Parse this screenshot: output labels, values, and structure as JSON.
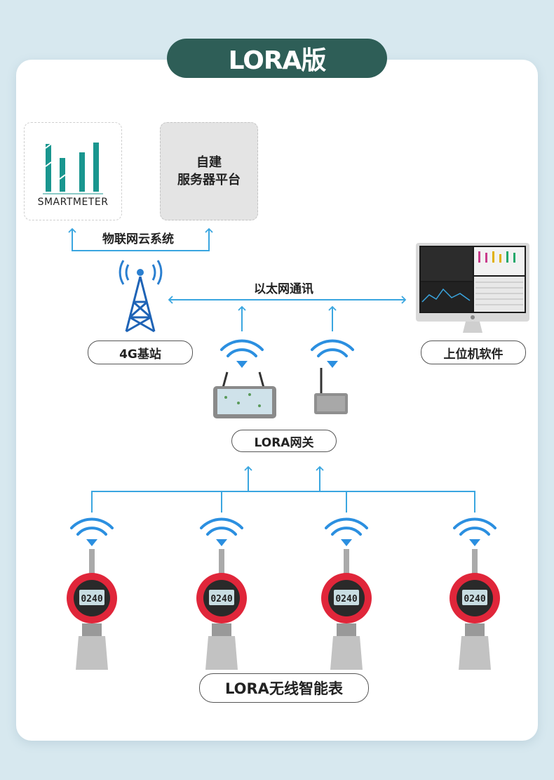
{
  "header": {
    "title": "LORA版"
  },
  "cloud": {
    "smartmeter_logo": "SMARTMETER",
    "self_server_line1": "自建",
    "self_server_line2": "服务器平台",
    "iot_label": "物联网云系统"
  },
  "network": {
    "ethernet_label": "以太网通讯",
    "base_station_label": "4G基站",
    "upper_software_label": "上位机软件",
    "gateway_label": "LORA网关"
  },
  "devices": {
    "meter_reading": "0240",
    "footer_label": "LORA无线智能表"
  },
  "colors": {
    "title_bg": "#2e5e57",
    "line_blue": "#3aa6e0",
    "meter_red": "#e0263a",
    "smartmeter_teal": "#19968f"
  }
}
